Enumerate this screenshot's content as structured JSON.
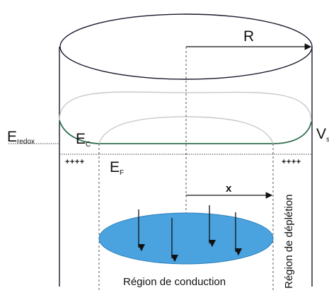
{
  "diagram": {
    "labels": {
      "radius": "R",
      "e_redox_main": "E",
      "e_redox_sub": "redox",
      "ec_main": "E",
      "ec_sub": "C",
      "ef_main": "E",
      "ef_sub": "F",
      "vs_main": "V",
      "vs_sub": "s",
      "x": "x",
      "charges_left": "++++",
      "charges_right": "++++",
      "conduction_region": "Région de conduction",
      "depletion_region": "Région de déplétion"
    },
    "colors": {
      "outline": "#1a1a2e",
      "band_curve": "#2e6e4e",
      "inner_arc": "#c8c8c8",
      "conduction_fill": "#4aa3df",
      "dashed": "#555555"
    }
  }
}
